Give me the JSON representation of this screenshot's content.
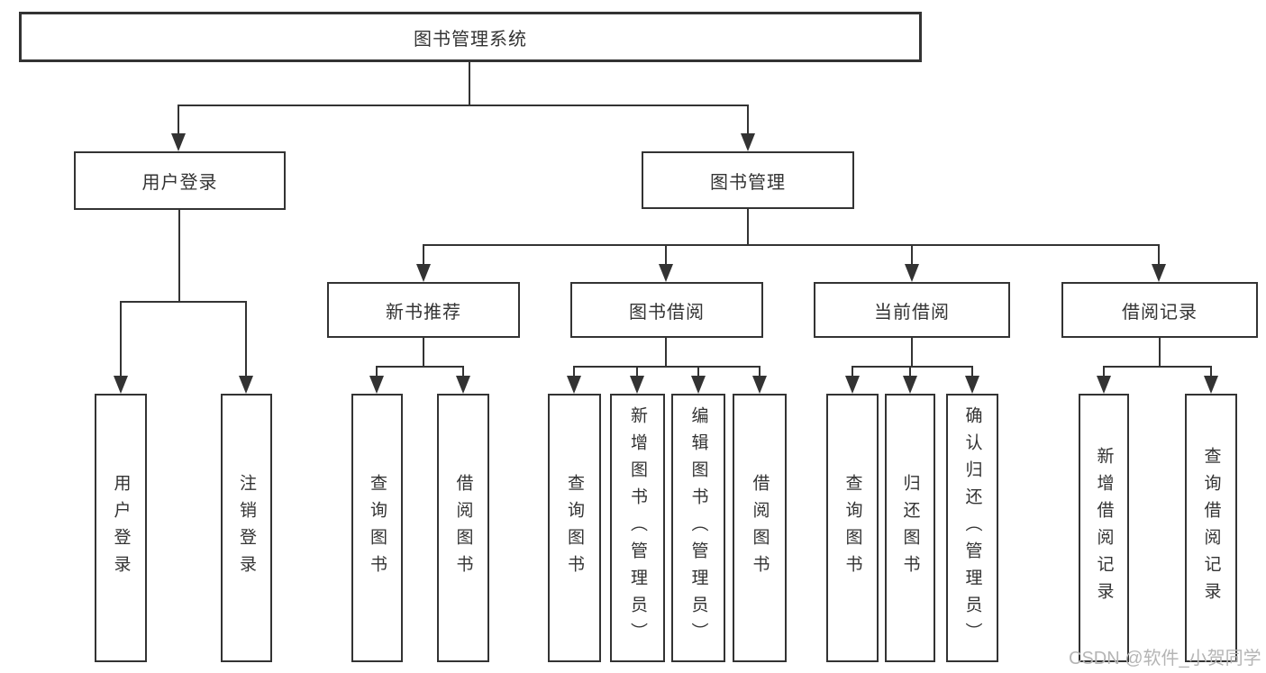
{
  "colors": {
    "line": "#333333",
    "text": "#333333",
    "background": "#ffffff",
    "watermark_text": "#b5b5b5"
  },
  "watermark": "CSDN @软件_小贺同学",
  "tree": {
    "root": "图书管理系统",
    "level2": [
      {
        "label": "用户登录",
        "children": [
          "用户登录",
          "注销登录"
        ]
      },
      {
        "label": "图书管理",
        "children": [
          {
            "label": "新书推荐",
            "children": [
              "查询图书",
              "借阅图书"
            ]
          },
          {
            "label": "图书借阅",
            "children": [
              "查询图书",
              "新增图书（管理员）",
              "编辑图书（管理员）",
              "借阅图书"
            ]
          },
          {
            "label": "当前借阅",
            "children": [
              "查询图书",
              "归还图书",
              "确认归还（管理员）"
            ]
          },
          {
            "label": "借阅记录",
            "children": [
              "新增借阅记录",
              "查询借阅记录"
            ]
          }
        ]
      }
    ]
  }
}
